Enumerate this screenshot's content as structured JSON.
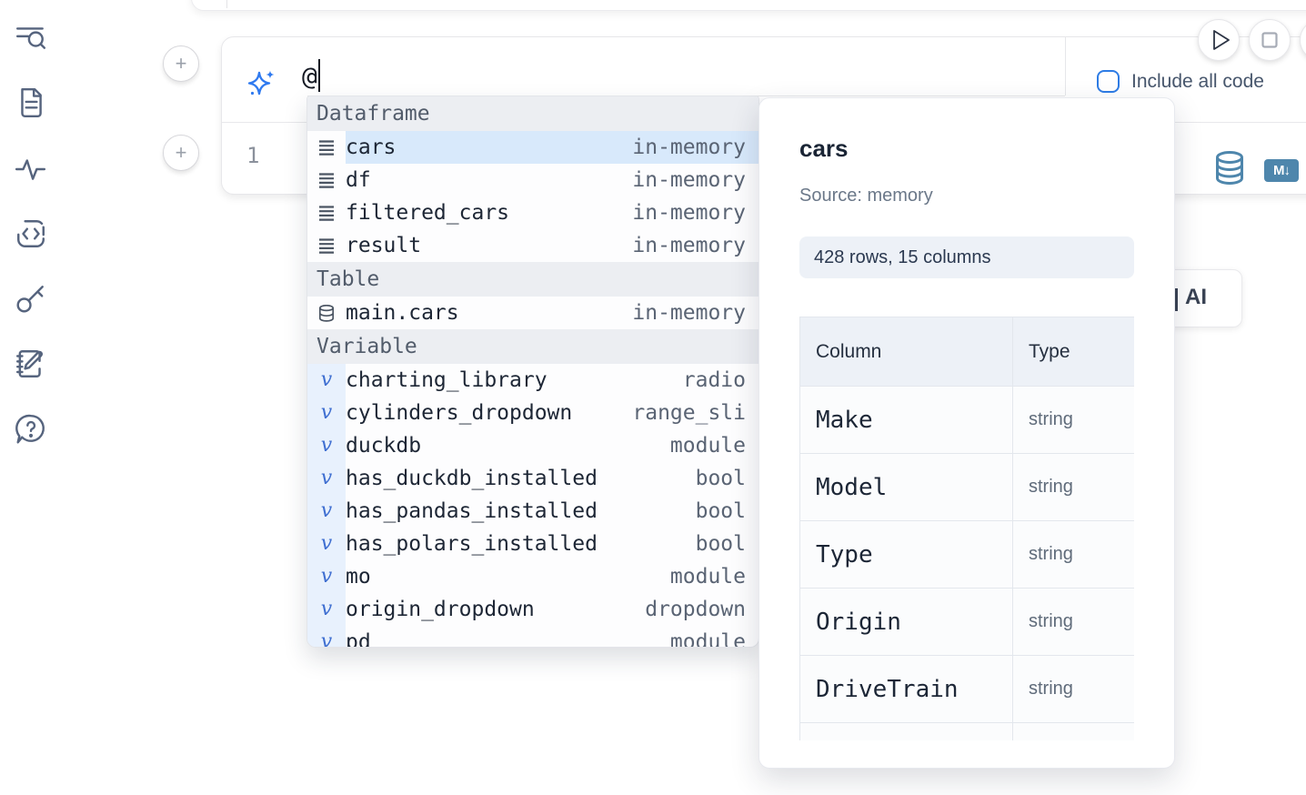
{
  "colors": {
    "accent_blue": "#2f7af0",
    "checkbox_blue": "#2e7ce5",
    "steel_blue": "#4e86ac",
    "selection_bg": "#d8e9fb",
    "variable_gutter_bg": "#e8f1fd",
    "section_header_bg": "#eceef2",
    "panel_badge_bg": "#edf1f7"
  },
  "sidebar": {
    "icons": [
      "file-search-icon",
      "document-icon",
      "activity-icon",
      "code-snippet-icon",
      "key-icon",
      "scratchpad-icon",
      "help-chat-icon"
    ]
  },
  "toolbar": {
    "add_cell_label": "+",
    "run_icon": "play-icon",
    "stop_icon": "stop-icon"
  },
  "prompt": {
    "text": "@",
    "sparkle_icon": "ai-sparkle-icon",
    "include_all_code_label": "Include all code",
    "checkbox_checked": false
  },
  "cell": {
    "line_number": "1",
    "database_icon": "database-icon",
    "markdown_badge_label": "M↓"
  },
  "ai_button": {
    "visible_label": "AI"
  },
  "completion": {
    "sections": [
      {
        "label": "Dataframe",
        "icon": "dataframe-rows-icon",
        "items": [
          {
            "name": "cars",
            "type": "in-memory",
            "selected": true
          },
          {
            "name": "df",
            "type": "in-memory"
          },
          {
            "name": "filtered_cars",
            "type": "in-memory"
          },
          {
            "name": "result",
            "type": "in-memory"
          }
        ]
      },
      {
        "label": "Table",
        "icon": "database-icon",
        "items": [
          {
            "name": "main.cars",
            "type": "in-memory"
          }
        ]
      },
      {
        "label": "Variable",
        "icon": "variable-icon",
        "items": [
          {
            "name": "charting_library",
            "type": "radio"
          },
          {
            "name": "cylinders_dropdown",
            "type": "range_sli"
          },
          {
            "name": "duckdb",
            "type": "module"
          },
          {
            "name": "has_duckdb_installed",
            "type": "bool"
          },
          {
            "name": "has_pandas_installed",
            "type": "bool"
          },
          {
            "name": "has_polars_installed",
            "type": "bool"
          },
          {
            "name": "mo",
            "type": "module"
          },
          {
            "name": "origin_dropdown",
            "type": "dropdown"
          },
          {
            "name": "pd",
            "type": "module",
            "clipped": true
          }
        ]
      }
    ]
  },
  "preview": {
    "title": "cars",
    "source": "Source: memory",
    "shape": "428 rows, 15 columns",
    "table": {
      "headers": [
        "Column",
        "Type"
      ],
      "rows": [
        [
          "Make",
          "string"
        ],
        [
          "Model",
          "string"
        ],
        [
          "Type",
          "string"
        ],
        [
          "Origin",
          "string"
        ],
        [
          "DriveTrain",
          "string"
        ]
      ]
    }
  }
}
